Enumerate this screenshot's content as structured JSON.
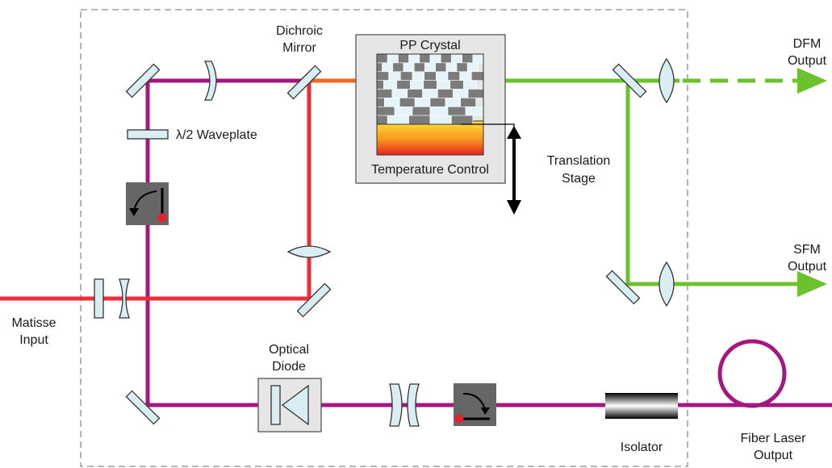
{
  "labels": {
    "dichroic_mirror_line1": "Dichroic",
    "dichroic_mirror_line2": "Mirror",
    "pp_crystal": "PP Crystal",
    "temperature_control": "Temperature Control",
    "waveplate": "λ/2 Waveplate",
    "translation_stage_line1": "Translation",
    "translation_stage_line2": "Stage",
    "dfm_output_line1": "DFM",
    "dfm_output_line2": "Output",
    "sfm_output_line1": "SFM",
    "sfm_output_line2": "Output",
    "matisse_input_line1": "Matisse",
    "matisse_input_line2": "Input",
    "optical_diode_line1": "Optical",
    "optical_diode_line2": "Diode",
    "isolator": "Isolator",
    "fiber_laser_output_line1": "Fiber Laser",
    "fiber_laser_output_line2": "Output"
  },
  "colors": {
    "fiber_laser_beam": "#a3177f",
    "matisse_beam": "#ee2f37",
    "combined_beam": "#f26a21",
    "output_beam": "#6cc22e",
    "optic_fill": "#d9eef3",
    "box_fill": "#e6e6e6",
    "rotator_fill": "#666666",
    "marker_red": "#e8202a"
  }
}
